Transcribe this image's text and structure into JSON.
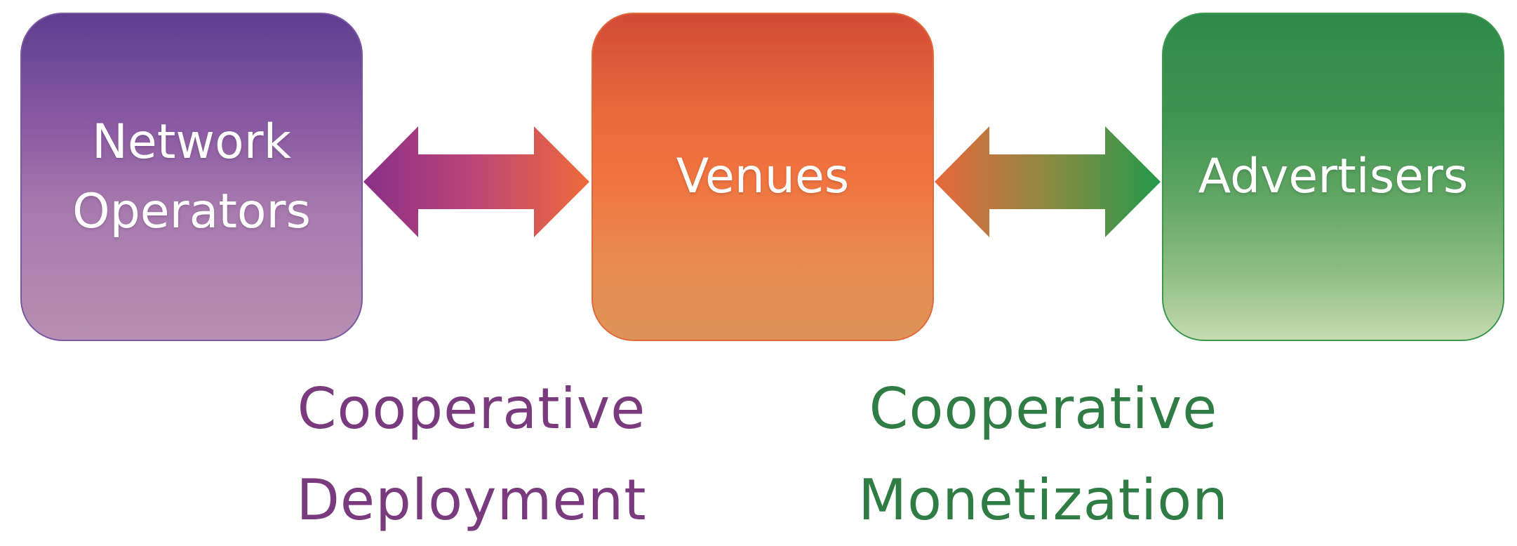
{
  "boxes": {
    "operators": {
      "line1": "Network",
      "line2": "Operators"
    },
    "venues": {
      "label": "Venues"
    },
    "advertisers": {
      "label": "Advertisers"
    }
  },
  "captions": {
    "deployment": {
      "line1": "Cooperative",
      "line2": "Deployment"
    },
    "monetization": {
      "line1": "Cooperative",
      "line2": "Monetization"
    }
  },
  "colors": {
    "operators": "#8a5ba3",
    "venues": "#f07440",
    "advertisers": "#3d9350",
    "deployment_text": "#7a3a7e",
    "monetization_text": "#2f7d45"
  }
}
